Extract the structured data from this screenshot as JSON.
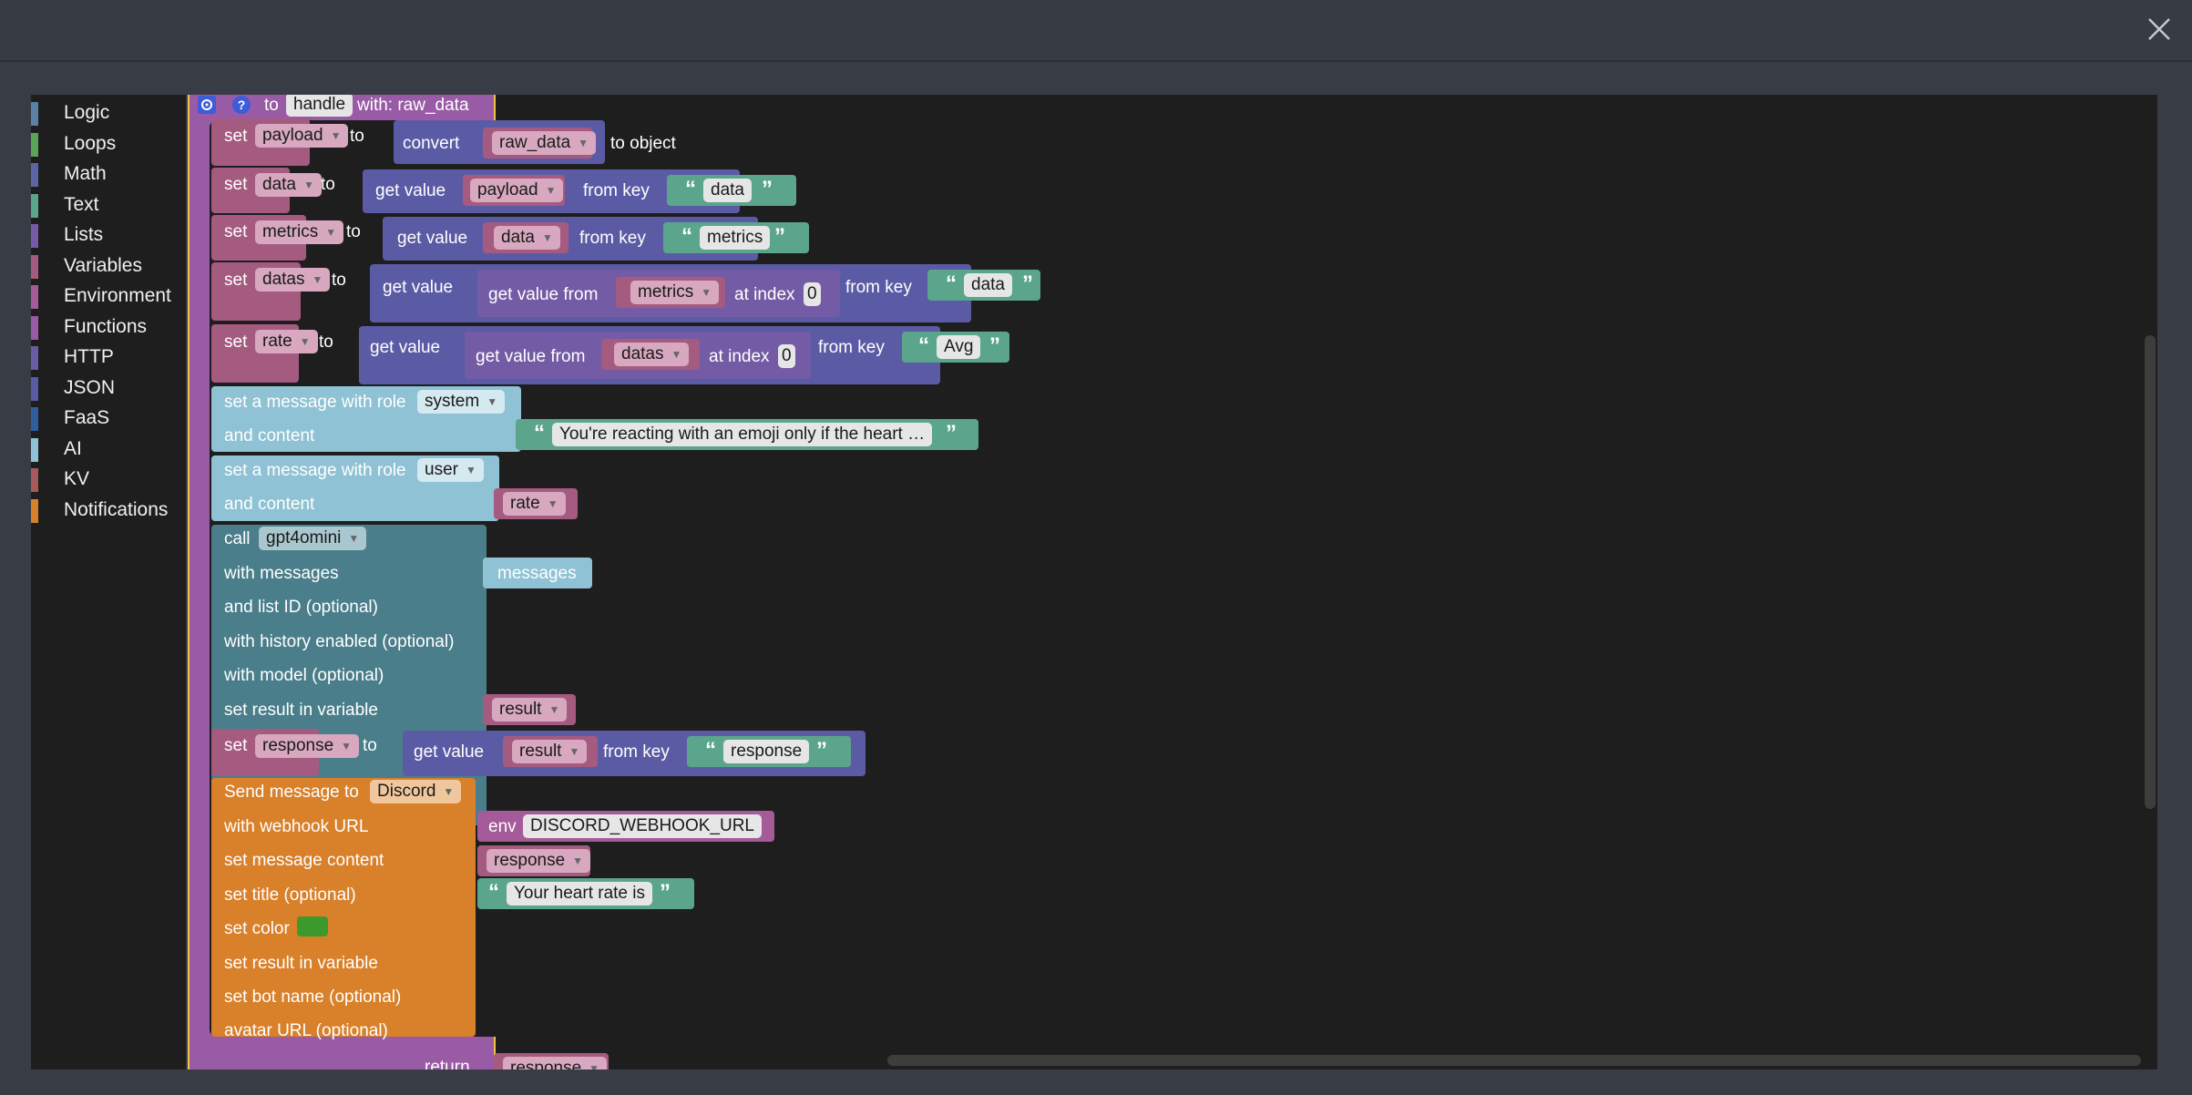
{
  "toolbox": {
    "categories": [
      {
        "label": "Logic",
        "color": "#5b80a5"
      },
      {
        "label": "Loops",
        "color": "#5ba55b"
      },
      {
        "label": "Math",
        "color": "#5b67a5"
      },
      {
        "label": "Text",
        "color": "#5ba58c"
      },
      {
        "label": "Lists",
        "color": "#745ba5"
      },
      {
        "label": "Variables",
        "color": "#a55b80"
      },
      {
        "label": "Environment",
        "color": "#a55b99"
      },
      {
        "label": "Functions",
        "color": "#995ba5"
      },
      {
        "label": "HTTP",
        "color": "#6a5ba5"
      },
      {
        "label": "JSON",
        "color": "#5b5ba5"
      },
      {
        "label": "FaaS",
        "color": "#2d5f9e"
      },
      {
        "label": "AI",
        "color": "#8fc2d4"
      },
      {
        "label": "KV",
        "color": "#a55b5b"
      },
      {
        "label": "Notifications",
        "color": "#d9802a"
      }
    ]
  },
  "blocks": {
    "fn": {
      "to": "to",
      "name": "handle",
      "with": "with: raw_data"
    },
    "set_word": "set",
    "to_word": "to",
    "get_value": "get value",
    "from_key": "from key",
    "get_value_from": "get value from",
    "at_index": "at index",
    "convert": "convert",
    "to_object": "to object",
    "s1": {
      "var": "payload",
      "arg": "raw_data"
    },
    "s2": {
      "var": "data",
      "src": "payload",
      "key": "data"
    },
    "s3": {
      "var": "metrics",
      "src": "data",
      "key": "metrics"
    },
    "s4": {
      "var": "datas",
      "list": "metrics",
      "index": "0",
      "key": "data"
    },
    "s5": {
      "var": "rate",
      "list": "datas",
      "index": "0",
      "key": "Avg"
    },
    "m1": {
      "label": "set a message with role",
      "role": "system",
      "content_label": "and content",
      "content": "You're reacting with an emoji only if the heart …"
    },
    "m2": {
      "label": "set a message with role",
      "role": "user",
      "content_label": "and content",
      "content": "rate"
    },
    "call": {
      "label": "call",
      "model": "gpt4omini",
      "with_messages": "with messages",
      "messages": "messages",
      "list_id": "and list ID (optional)",
      "history": "with history enabled (optional)",
      "with_model": "with model (optional)",
      "result_label": "set result in variable",
      "result": "result"
    },
    "s6": {
      "var": "response",
      "src": "result",
      "key": "response"
    },
    "discord": {
      "label": "Send message to",
      "target": "Discord",
      "webhook_label": "with webhook URL",
      "env": "env",
      "webhook": "DISCORD_WEBHOOK_URL",
      "content_label": "set message content",
      "content": "response",
      "title_label": "set title (optional)",
      "title": "Your heart rate is",
      "color_label": "set color",
      "color": "#3c9a2c",
      "result_label": "set result in variable",
      "bot_label": "set bot name (optional)",
      "avatar_label": "avatar URL (optional)"
    },
    "ret": {
      "label": "return",
      "value": "response"
    }
  },
  "colors": {
    "variables": "#a55b80",
    "procedure": "#995ba5",
    "json": "#5b5ba5",
    "text": "#5ba58c",
    "ai_message": "#8fc2d4",
    "ai_call": "#4a7e8a",
    "notifications": "#d9802a",
    "env": "#a55b99"
  }
}
